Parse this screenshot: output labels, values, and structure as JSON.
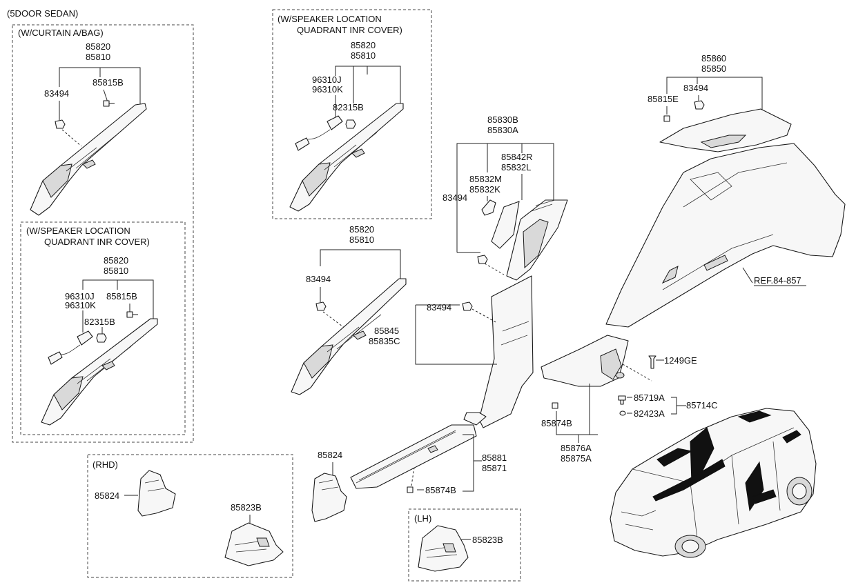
{
  "title": "(5DOOR SEDAN)",
  "boxes": {
    "curtain": "(W/CURTAIN A/BAG)",
    "speaker_l1": "(W/SPEAKER LOCATION",
    "speaker_l2": "QUADRANT INR COVER)",
    "speaker_top_l1": "(W/SPEAKER LOCATION",
    "speaker_top_l2": "QUADRANT INR COVER)",
    "rhd": "(RHD)",
    "lh": "(LH)"
  },
  "parts": {
    "p85820": "85820",
    "p85810": "85810",
    "p83494": "83494",
    "p85815B": "85815B",
    "p96310J": "96310J",
    "p96310K": "96310K",
    "p82315B": "82315B",
    "p85860": "85860",
    "p85850": "85850",
    "p85815E": "85815E",
    "p85830B": "85830B",
    "p85830A": "85830A",
    "p85842R": "85842R",
    "p85832L": "85832L",
    "p85832M": "85832M",
    "p85832K": "85832K",
    "p85845": "85845",
    "p85835C": "85835C",
    "p1249GE": "1249GE",
    "p85719A": "85719A",
    "p85714C": "85714C",
    "p82423A": "82423A",
    "p85874B": "85874B",
    "p85876A": "85876A",
    "p85875A": "85875A",
    "p85824": "85824",
    "p85881": "85881",
    "p85871": "85871",
    "p85823B": "85823B",
    "ref": "REF.84-857"
  }
}
